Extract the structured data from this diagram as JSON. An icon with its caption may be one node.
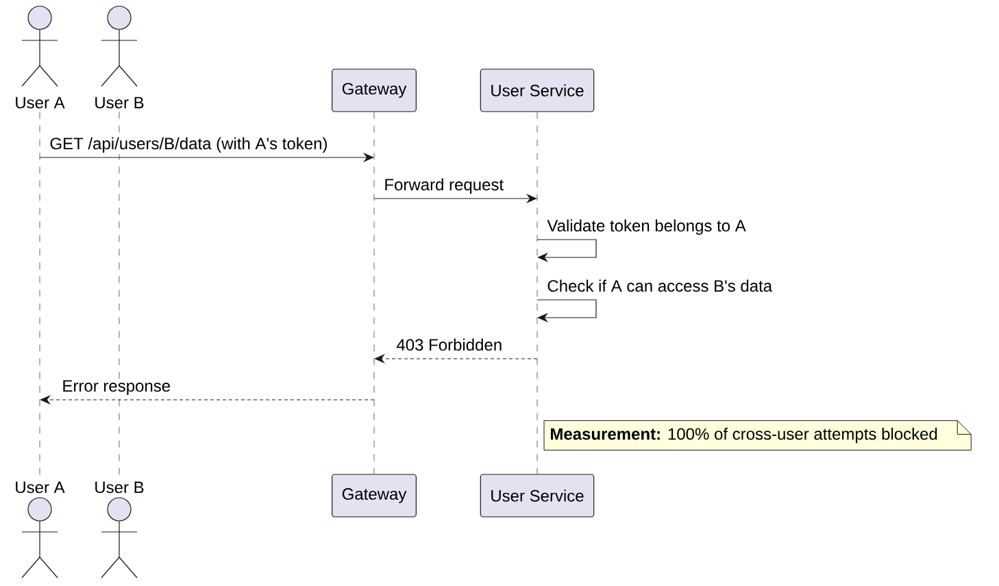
{
  "diagram": {
    "nodes": [
      {
        "text": [
          "User A"
        ]
      },
      {
        "text": [
          "User B"
        ]
      },
      {
        "text": [
          "Gateway"
        ]
      },
      {
        "text": [
          "User Service"
        ]
      },
      {
        "text": [
          "User A"
        ]
      },
      {
        "text": [
          "User B"
        ]
      },
      {
        "text": [
          "Gateway"
        ]
      },
      {
        "text": [
          "User Service"
        ]
      },
      {
        "text": [],
        "shape": "line"
      },
      {
        "text": [],
        "shape": "line"
      },
      {
        "text": [],
        "shape": "line"
      },
      {
        "text": [],
        "shape": "line"
      },
      {
        "text": [
          "**Measurement:** 100% of cross-user attempts blocked"
        ]
      }
    ],
    "edges": [
      {
        "from": 8,
        "to": 10,
        "arrow": "to",
        "label": "GET /api/users/B/data (with A's token)"
      },
      {
        "from": 10,
        "to": 11,
        "arrow": "to",
        "label": "Forward request"
      },
      {
        "from": 11,
        "to": 11,
        "arrow": "to",
        "label": "Validate token belongs to A"
      },
      {
        "from": 11,
        "to": 11,
        "arrow": "to",
        "label": "Check if A can access B's data"
      },
      {
        "from": 11,
        "to": 10,
        "arrow": "to",
        "style": "dashed",
        "label": "403 Forbidden"
      },
      {
        "from": 10,
        "to": 8,
        "arrow": "to",
        "style": "dashed",
        "label": "Error response"
      }
    ]
  }
}
